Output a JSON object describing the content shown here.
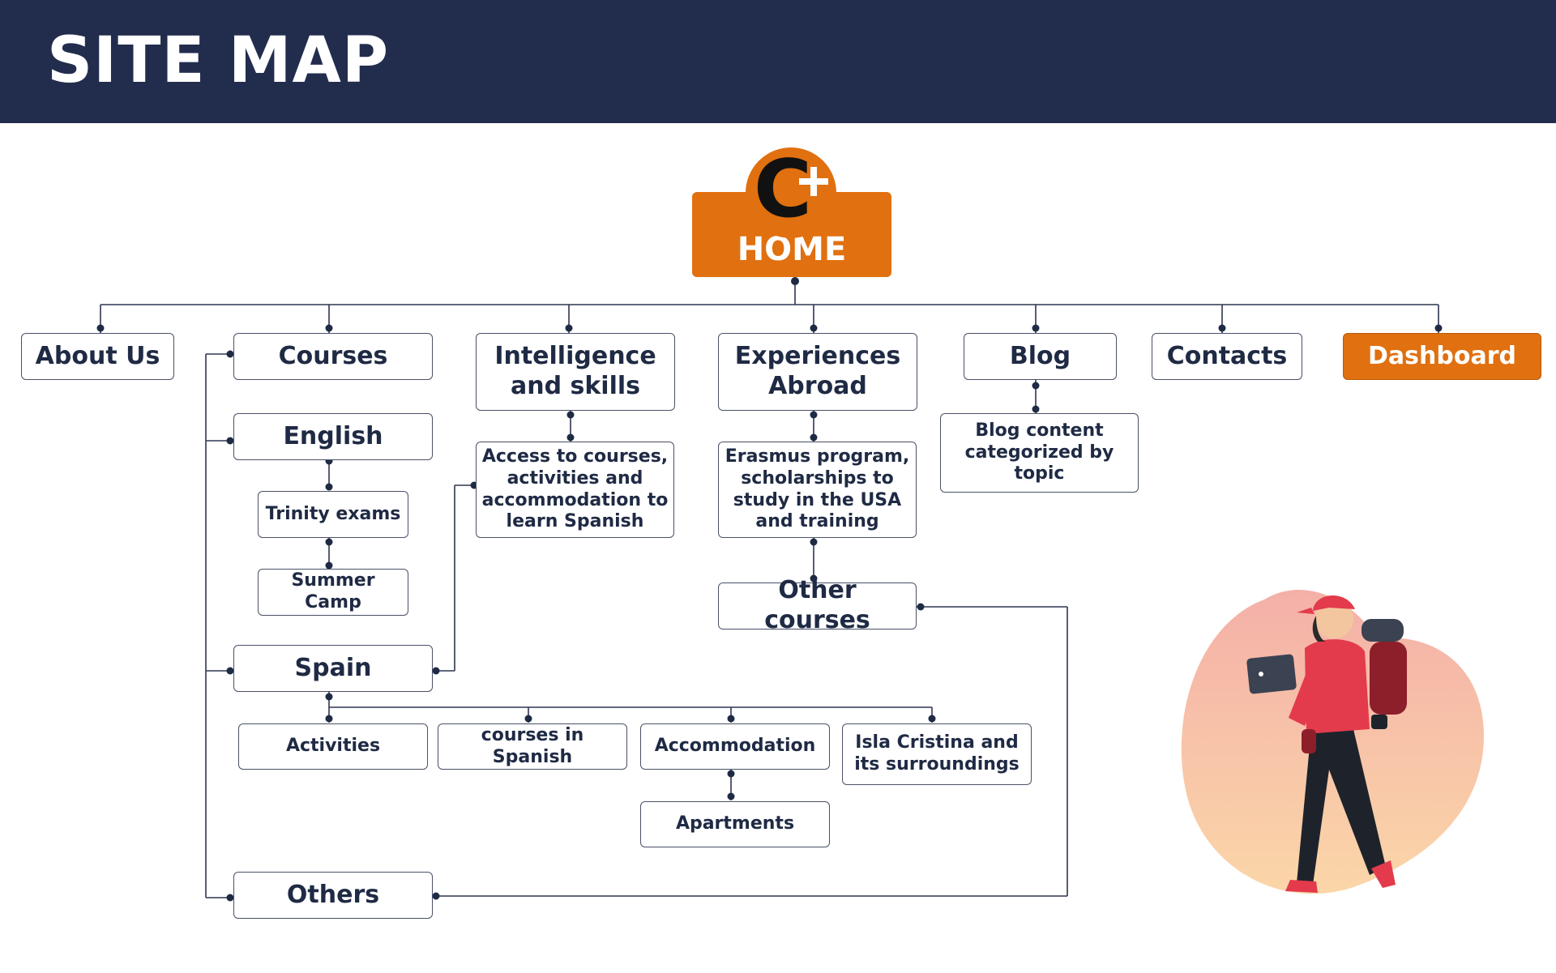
{
  "header": {
    "title": "SITE MAP"
  },
  "home": {
    "label": "HOME",
    "logo": "C+"
  },
  "nav": {
    "about": "About Us",
    "courses": "Courses",
    "intelligence": "Intelligence and skills",
    "experiences": "Experiences Abroad",
    "blog": "Blog",
    "contacts": "Contacts",
    "dashboard": "Dashboard"
  },
  "courses": {
    "english": "English",
    "trinity": "Trinity exams",
    "summer": "Summer Camp",
    "spain": "Spain",
    "others": "Others"
  },
  "spain": {
    "activities": "Activities",
    "courses_spanish": "courses in Spanish",
    "accommodation": "Accommodation",
    "isla": "Isla Cristina and its surroundings",
    "apartments": "Apartments"
  },
  "intelligence": {
    "desc": "Access to courses, activities and accommodation to learn Spanish"
  },
  "experiences": {
    "desc": "Erasmus program, scholarships to study in the USA and training",
    "other": "Other courses"
  },
  "blog": {
    "desc": "Blog content categorized by topic"
  },
  "colors": {
    "navy": "#222d4e",
    "orange": "#e07010",
    "line": "#2f3650"
  },
  "illustration": {
    "icon": "traveler-with-laptop-illustration"
  }
}
